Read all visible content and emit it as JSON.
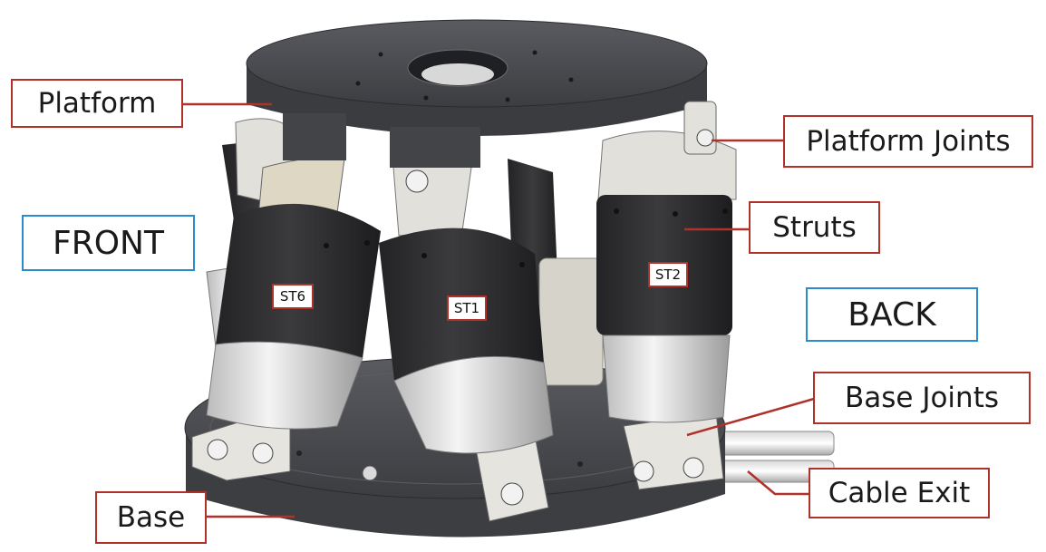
{
  "labels": {
    "platform": "Platform",
    "platform_joints": "Platform Joints",
    "struts": "Struts",
    "base_joints": "Base Joints",
    "cable_exit": "Cable Exit",
    "base": "Base"
  },
  "sides": {
    "front": "FRONT",
    "back": "BACK"
  },
  "strut_tags": {
    "st1": "ST1",
    "st2": "ST2",
    "st6": "ST6"
  },
  "colors": {
    "callout_border": "#b0302a",
    "leader_line": "#b0302a",
    "side_border": "#2a8ccc",
    "metal_dark": "#4a4b4f",
    "strut_sleeve": "#2e2e30",
    "joint_light": "#e8e6e1"
  }
}
